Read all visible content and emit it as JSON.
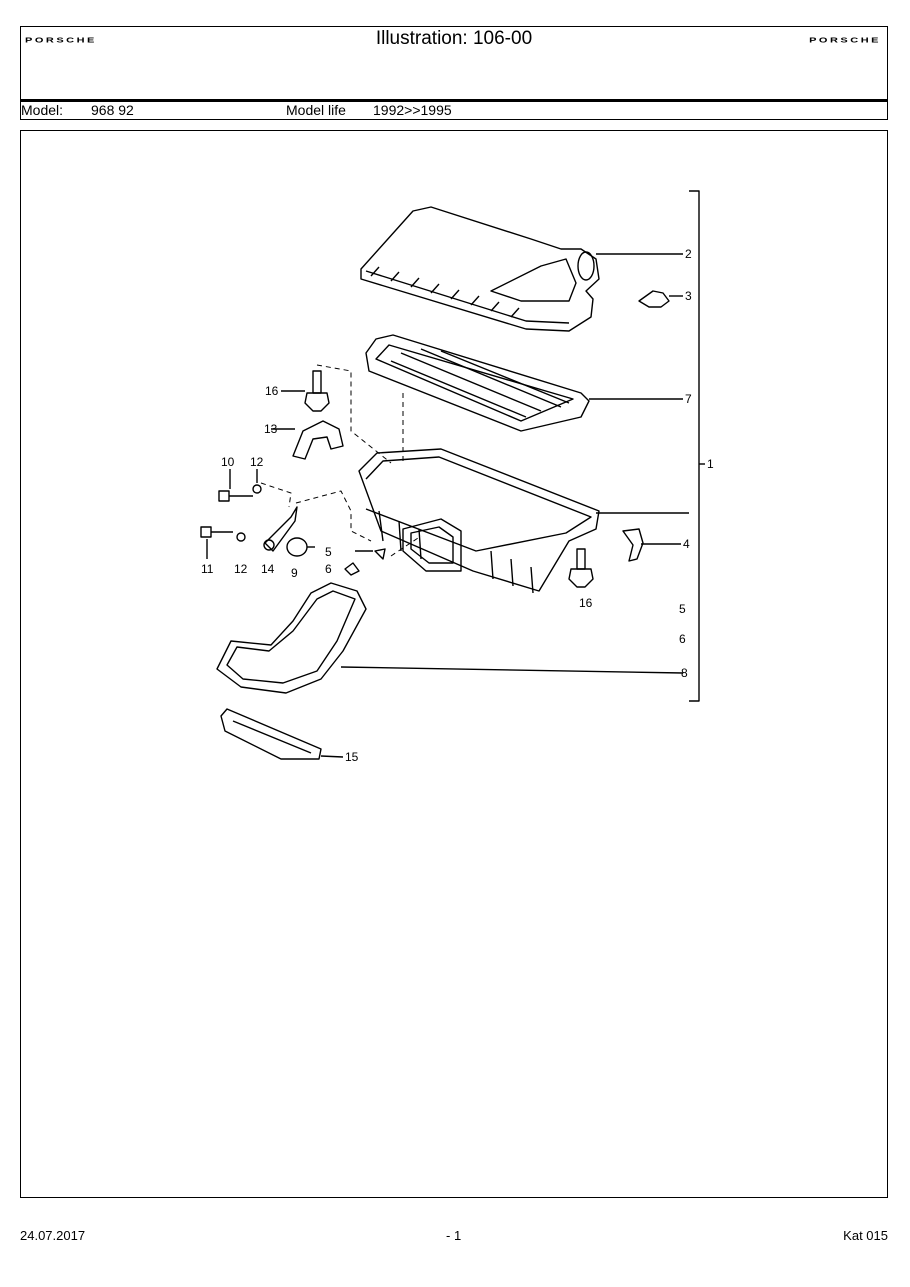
{
  "header": {
    "logo_left": "PORSCHE",
    "logo_right": "PORSCHE",
    "title": "Illustration: 106-00",
    "model_label": "Model:",
    "model_value": "968 92",
    "model_life_label": "Model life",
    "model_life_value": "1992>>1995"
  },
  "diagram": {
    "callouts": [
      "1",
      "2",
      "3",
      "4",
      "5",
      "6",
      "7",
      "8",
      "9",
      "10",
      "11",
      "12",
      "12",
      "13",
      "14",
      "15",
      "16",
      "16",
      "5",
      "6"
    ]
  },
  "footer": {
    "date": "24.07.2017",
    "page": "- 1",
    "catalog": "Kat 015"
  }
}
